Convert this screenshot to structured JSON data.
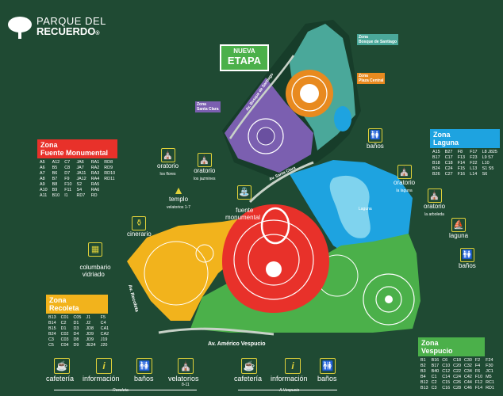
{
  "logo": {
    "line1a": "PARQUE ",
    "line1b": "DEL",
    "line2": "RECUERDO",
    "mark": "®"
  },
  "banner": {
    "line1": "NUEVA",
    "line2": "ETAPA"
  },
  "zones": {
    "fuente": {
      "title": "Zona\nFuente Monumental",
      "color": "#e8312a",
      "cols": [
        [
          "A5",
          "A6",
          "A7",
          "A8",
          "A9",
          "A10",
          "A11"
        ],
        [
          "A12",
          "B5",
          "B6",
          "B7",
          "B8",
          "B9",
          "B10"
        ],
        [
          "C7",
          "C8",
          "D7",
          "F9",
          "F10",
          "F11",
          "I1"
        ],
        [
          "JA6",
          "JA7",
          "JA11",
          "JA12",
          "S2",
          "S4",
          "RD7"
        ],
        [
          "RA1",
          "RA2",
          "RA3",
          "RA4",
          "RA5",
          "RA6",
          "RD"
        ],
        [
          "RD8",
          "RD9",
          "RD10",
          "RD11",
          "",
          "",
          ""
        ]
      ]
    },
    "laguna": {
      "title": "Zona\nLaguna",
      "color": "#1ea3e0",
      "cols": [
        [
          "A15",
          "B17",
          "B18",
          "B24",
          "B26"
        ],
        [
          "B27",
          "C17",
          "C18",
          "C24",
          "C27"
        ],
        [
          "F8",
          "F13",
          "F14",
          "F15",
          "F16"
        ],
        [
          "F17",
          "F23",
          "F22",
          "L13",
          "L14"
        ],
        [
          "L8 J825",
          "L9 S7",
          "L10",
          "S1 S5",
          "S6"
        ]
      ]
    },
    "recoleta": {
      "title": "Zona\nRecoleta",
      "color": "#f2b31c",
      "cols": [
        [
          "B13",
          "B14",
          "B15",
          "B24",
          "C3",
          "C5"
        ],
        [
          "C01",
          "C2",
          "D1",
          "C02",
          "C03",
          "C04"
        ],
        [
          "C05",
          "D1",
          "D3",
          "D4",
          "D8",
          "D9"
        ],
        [
          "J1",
          "J2",
          "JD8",
          "JD9",
          "JD9",
          "JE24"
        ],
        [
          "F5",
          "C4",
          "CA1",
          "CA2",
          "J19",
          "J20"
        ]
      ]
    },
    "vespucio": {
      "title": "Zona\nVespucio",
      "color": "#4bb04a",
      "cols": [
        [
          "B1",
          "B2",
          "B3",
          "B4",
          "B12",
          "B13"
        ],
        [
          "B16",
          "B17",
          "B40",
          "C1",
          "C2",
          "C3"
        ],
        [
          "C6",
          "C10",
          "C12",
          "C14",
          "C15",
          "C16"
        ],
        [
          "C18",
          "C20",
          "C22",
          "C24",
          "C26",
          "C28"
        ],
        [
          "C30",
          "C32",
          "C34",
          "C42",
          "C44",
          "C46"
        ],
        [
          "F2",
          "F4",
          "F6",
          "F10",
          "F12",
          "F14"
        ],
        [
          "F24",
          "F30",
          "JC1",
          "M5",
          "RC1",
          "RD1"
        ]
      ]
    },
    "santa_clara": {
      "title": "Zona\nSanta Clara",
      "color": "#7b5fb0"
    },
    "bosque": {
      "title": "Zona\nBosque de Santiago",
      "color": "#4aa89a"
    },
    "plaza": {
      "title": "Zona\nPlaza Central",
      "color": "#e88a1f"
    }
  },
  "labels": {
    "banos_top": "baños",
    "oratorio_flores": "oratorio",
    "oratorio_flores_sub": "los flores",
    "oratorio_jazmines": "oratorio",
    "oratorio_jazmines_sub": "los jazmines",
    "templo": "templo",
    "templo_sub": "velatorios 1-7",
    "fuente": "fuente\nmonumental",
    "cinerario": "cinerario",
    "columbario": "columbario\nvidriado",
    "oratorio_laguna": "oratorio",
    "oratorio_laguna_sub": "la laguna",
    "oratorio_arboleda": "oratorio",
    "oratorio_arboleda_sub": "la arboleda",
    "laguna": "laguna",
    "banos_right": "baños",
    "av_vespucio": "Av. Américo Vespucio",
    "av_recoleta": "Av. Recoleta",
    "av_bosque": "Av. Bosque de Santiago",
    "av_santa_clara": "Av. Santa Clara",
    "laguna_name": "Laguna"
  },
  "bottom": {
    "left": [
      {
        "icon": "☕",
        "label": "cafetería"
      },
      {
        "icon": "i",
        "label": "información"
      },
      {
        "icon": "🚻",
        "label": "baños"
      },
      {
        "icon": "⛪",
        "label": "velatorios"
      }
    ],
    "left_sub": "8-11",
    "left_foot": "Recoleta",
    "right": [
      {
        "icon": "☕",
        "label": "cafetería"
      },
      {
        "icon": "i",
        "label": "información"
      },
      {
        "icon": "🚻",
        "label": "baños"
      }
    ],
    "right_foot": "A.Vespucio"
  },
  "colors": {
    "red": "#e8312a",
    "yellow": "#f2b31c",
    "green": "#4bb04a",
    "blue": "#1ea3e0",
    "purple": "#7b5fb0",
    "teal": "#4aa89a",
    "orange": "#e88a1f",
    "bg": "#1f4a33",
    "accent": "#e0d13a"
  }
}
